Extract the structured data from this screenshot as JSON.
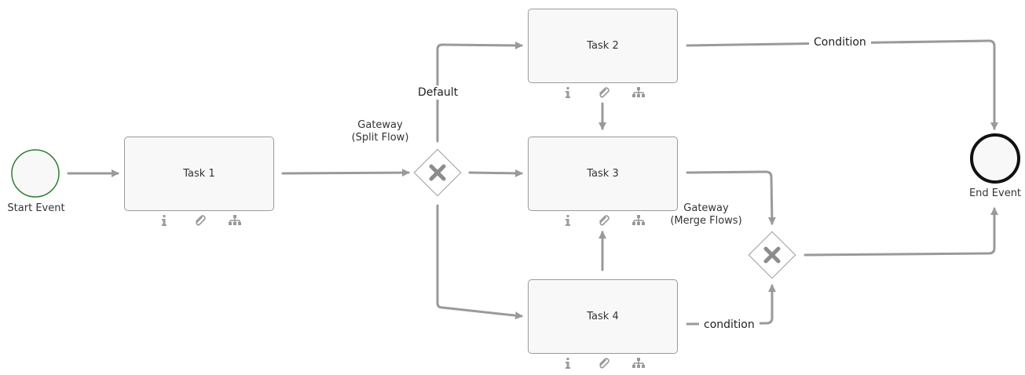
{
  "events": {
    "start": {
      "label": "Start Event"
    },
    "end": {
      "label": "End Event"
    }
  },
  "tasks": {
    "task1": {
      "label": "Task 1"
    },
    "task2": {
      "label": "Task 2"
    },
    "task3": {
      "label": "Task 3"
    },
    "task4": {
      "label": "Task 4"
    }
  },
  "gateways": {
    "split": {
      "label_line1": "Gateway",
      "label_line2": "(Split Flow)"
    },
    "merge": {
      "label_line1": "Gateway",
      "label_line2": "(Merge Flows)"
    }
  },
  "flows": {
    "default_label": "Default",
    "condition_top": "Condition",
    "condition_bottom": "condition"
  },
  "task_icons": [
    "info-icon",
    "attachment-icon",
    "hierarchy-icon"
  ],
  "colors": {
    "connector": "#9a9a9a",
    "start_border": "#2e7d32",
    "end_border": "#111111",
    "task_fill": "#f8f8f8",
    "gateway_x": "#8c8c8c"
  }
}
